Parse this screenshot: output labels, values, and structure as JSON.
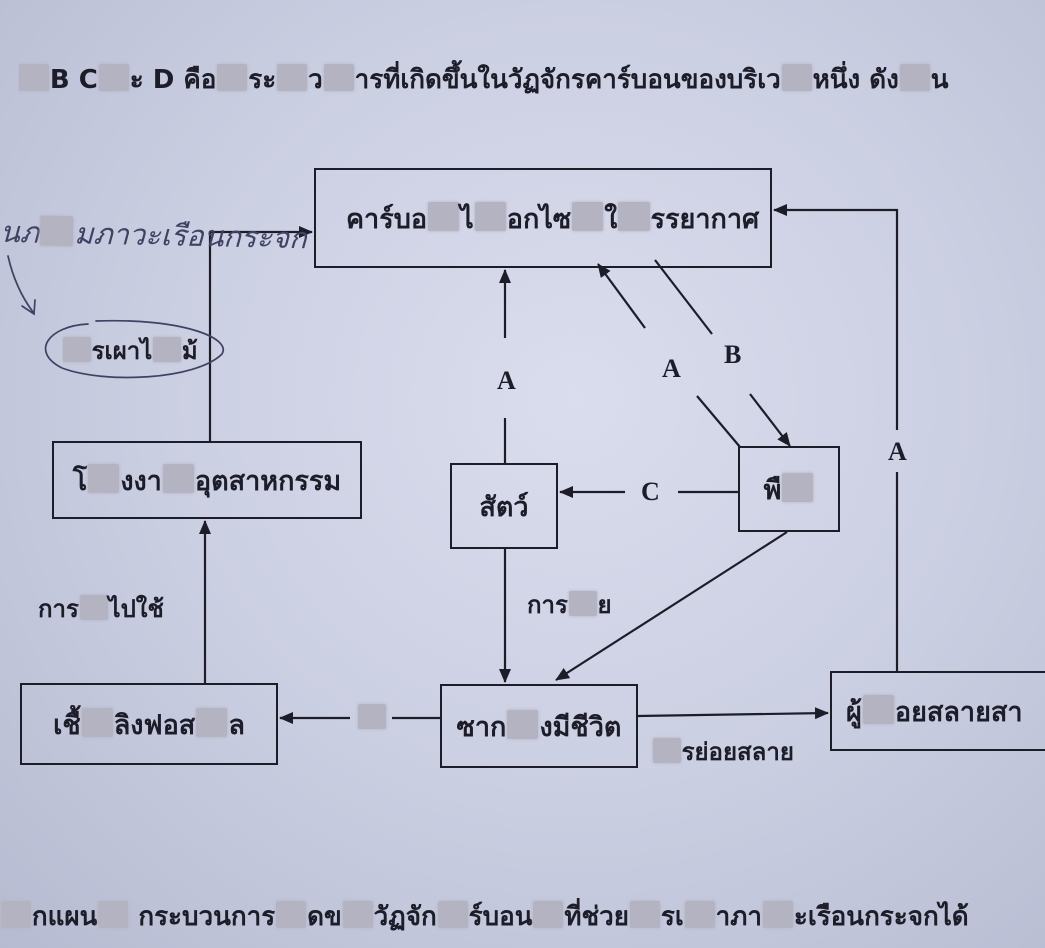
{
  "colors": {
    "paper": "#cbcfe2",
    "ink": "#1d1d2a",
    "redaction": "#b4b3c2",
    "handwriting": "#3f4262"
  },
  "header_line": [
    null,
    "B C",
    null,
    "ะ D คือ",
    null,
    "ระ",
    null,
    "ว",
    null,
    "ารที่เกิดขึ้นในวัฏจักรคาร์บอนของบริเว",
    null,
    "หนึ่ง ดัง",
    null,
    "น"
  ],
  "diagram": {
    "nodes": {
      "co2": [
        "คาร์บอ",
        null,
        "ไ",
        null,
        "อกไซ",
        null,
        "ใ",
        null,
        "รรยากาศ"
      ],
      "industry": [
        "โ",
        null,
        "งงา",
        null,
        "อุตสาหกรรม"
      ],
      "fossil": [
        "เชื้",
        null,
        "ลิงฟอส",
        null,
        "ล"
      ],
      "animal": [
        "สัตว์"
      ],
      "plant": [
        "พื",
        null
      ],
      "remains": [
        "ซาก",
        null,
        "งมีชีวิต"
      ],
      "decomposer": [
        "ผู้",
        null,
        "อยสลายสา"
      ]
    },
    "edge_labels": {
      "animal_to_co2": "A",
      "plant_to_co2": "A",
      "co2_to_plant": "B",
      "plant_to_animal": "C",
      "decomposer_to_co2": "A",
      "animal_to_remains": [
        "การ",
        null,
        "ย"
      ],
      "fossil_to_industry": [
        "การ",
        null,
        "ไปใช้"
      ],
      "remains_to_decomposer": [
        null,
        "รย่อยสลาย"
      ],
      "remains_to_fossil": [
        null
      ]
    },
    "handwriting": {
      "note": [
        "นภ",
        null,
        "มภาวะเรือนกระจก"
      ],
      "circled": [
        null,
        "รเผาไ",
        null,
        "ม้"
      ]
    }
  },
  "question_line": [
    null,
    "กแผน",
    null,
    " กระบวนการ",
    null,
    "ดข",
    null,
    "วัฏจัก",
    null,
    "ร์บอน",
    null,
    "ที่ช่วย",
    null,
    "รเ",
    null,
    "าภา",
    null,
    "ะเรือนกระจกได้"
  ]
}
